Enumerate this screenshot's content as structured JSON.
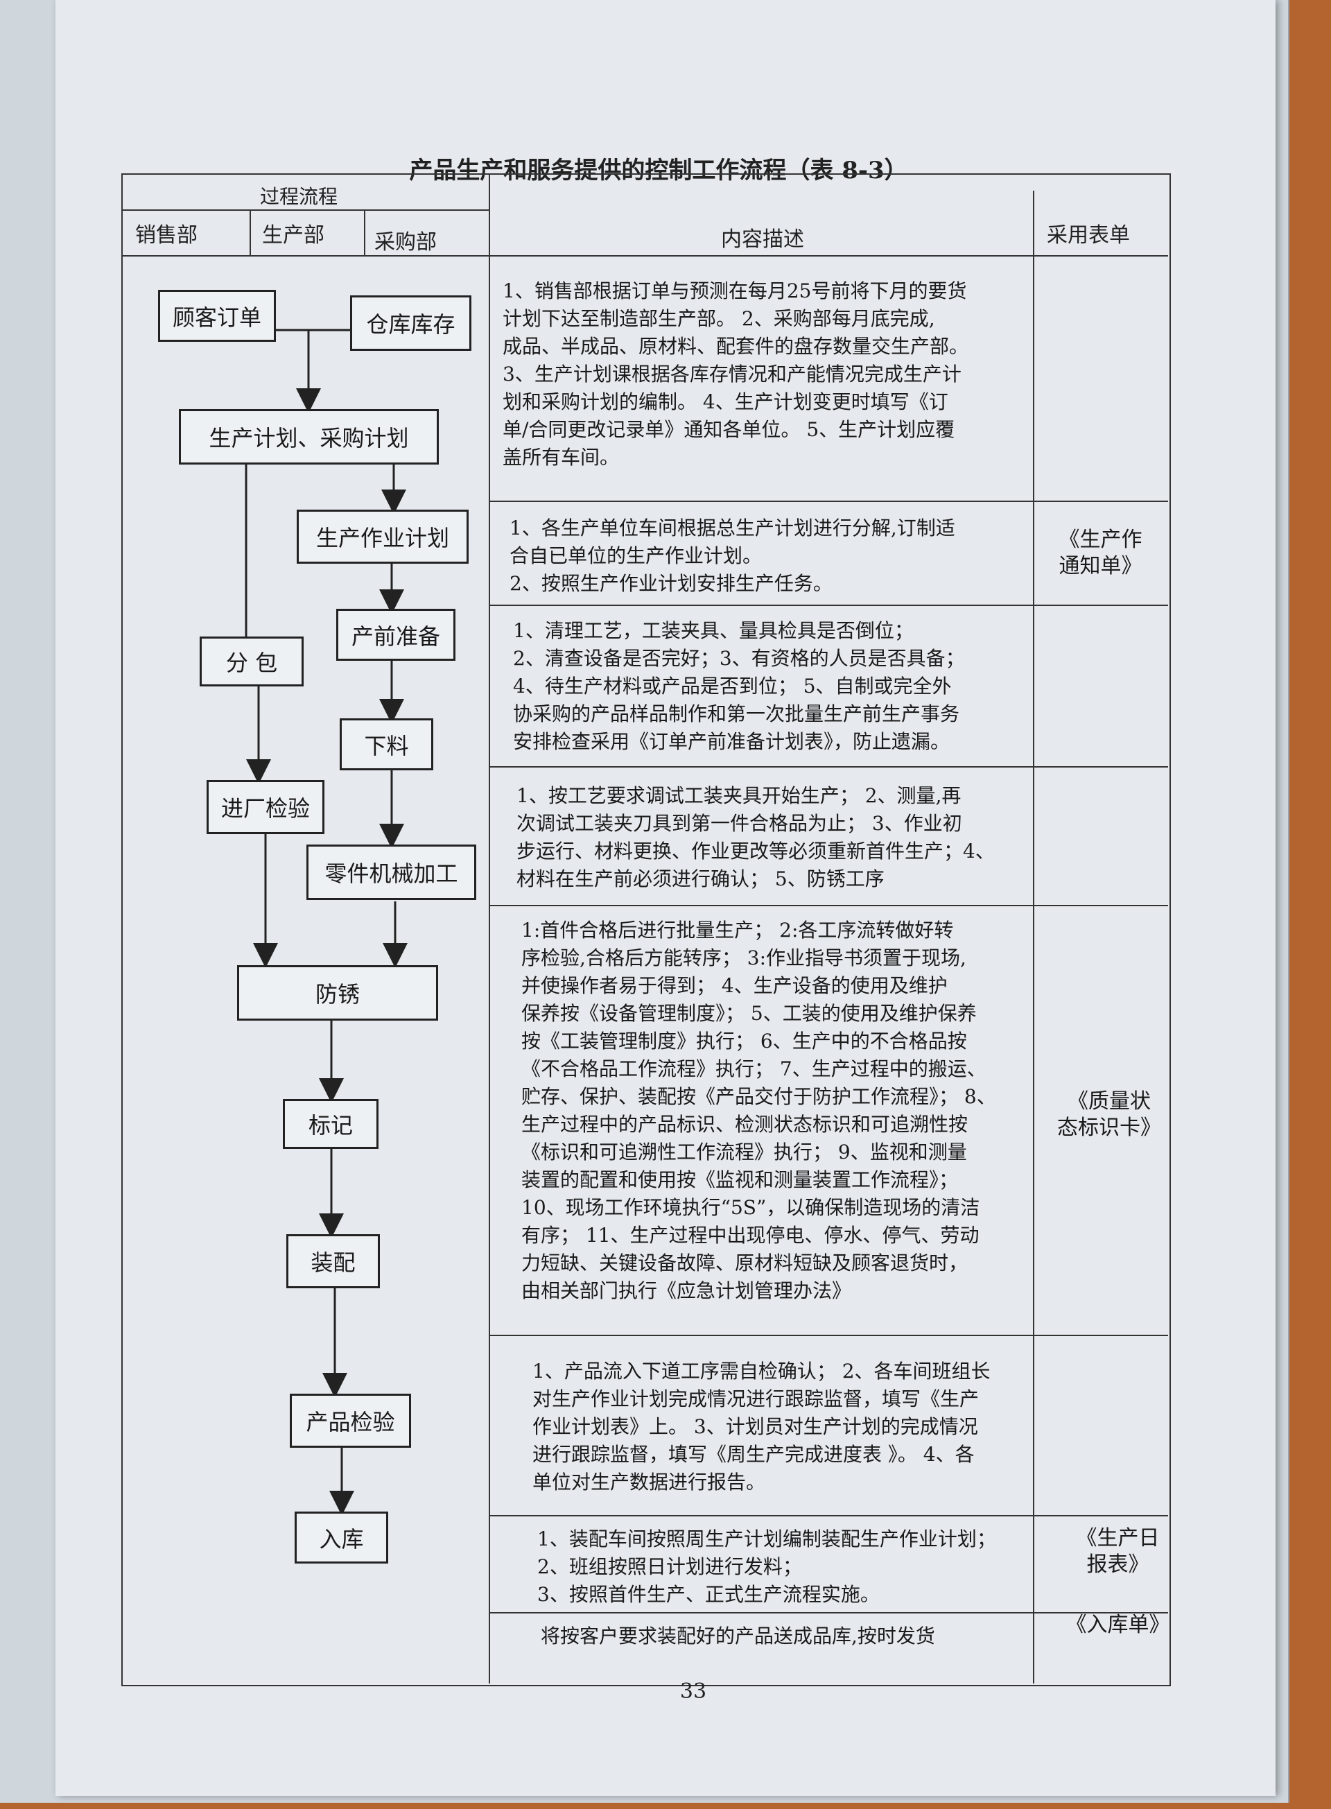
{
  "title": "产品生产和服务提供的控制工作流程（表 8-3）",
  "header": {
    "process_flow": "过程流程",
    "departments": [
      "销售部",
      "生产部",
      "采购部"
    ],
    "content_desc": "内容描述",
    "forms_used": "采用表单"
  },
  "flow": {
    "customer_order": "顾客订单",
    "warehouse_stock": "仓库库存",
    "plan": "生产计划、采购计划",
    "work_plan": "生产作业计划",
    "prep": "产前准备",
    "subcontract": "分 包",
    "cutting": "下料",
    "incoming_inspection": "进厂检验",
    "machining": "零件机械加工",
    "rustproof": "防锈",
    "marking": "标记",
    "assembly": "装配",
    "product_inspection": "产品检验",
    "storage": "入库"
  },
  "rows": [
    {
      "desc": "1、销售部根据订单与预测在每月25号前将下月的要货\n计划下达至制造部生产部。    2、采购部每月底完成,\n成品、半成品、原材料、配套件的盘存数量交生产部。\n3、生产计划课根据各库存情况和产能情况完成生产计\n划和采购计划的编制。  4、生产计划变更时填写《订\n单/合同更改记录单》通知各单位。  5、生产计划应覆\n盖所有车间。",
      "form": ""
    },
    {
      "desc": "1、各生产单位车间根据总生产计划进行分解,订制适\n合自已单位的生产作业计划。\n2、按照生产作业计划安排生产任务。",
      "form": "《生产作\n通知单》"
    },
    {
      "desc": "1、清理工艺，工装夹具、量具检具是否倒位；\n2、清查设备是否完好；3、有资格的人员是否具备；\n4、待生产材料或产品是否到位；    5、自制或完全外\n协采购的产品样品制作和第一次批量生产前生产事务\n安排检查采用《订单产前准备计划表》，防止遗漏。",
      "form": ""
    },
    {
      "desc": "1、按工艺要求调试工装夹具开始生产；    2、测量,再\n次调试工装夹刀具到第一件合格品为止；  3、作业初\n步运行、材料更换、作业更改等必须重新首件生产；4、\n材料在生产前必须进行确认；    5、防锈工序",
      "form": ""
    },
    {
      "desc": "1:首件合格后进行批量生产；      2:各工序流转做好转\n序检验,合格后方能转序；  3:作业指导书须置于现场,\n并使操作者易于得到；      4、生产设备的使用及维护\n保养按《设备管理制度》； 5、工装的使用及维护保养\n按《工装管理制度》执行；  6、生产中的不合格品按\n《不合格品工作流程》执行；   7、生产过程中的搬运、\n贮存、保护、装配按《产品交付于防护工作流程》；    8、\n生产过程中的产品标识、检测状态标识和可追溯性按\n《标识和可追溯性工作流程》执行；   9、监视和测量\n装置的配置和使用按《监视和测量装置工作流程》；\n10、现场工作环境执行“5S”，以确保制造现场的清洁\n有序；    11、生产过程中出现停电、停水、停气、劳动\n力短缺、关键设备故障、原材料短缺及顾客退货时，\n由相关部门执行《应急计划管理办法》",
      "form": "《质量状\n态标识卡》"
    },
    {
      "desc": "1、产品流入下道工序需自检确认；  2、各车间班组长\n对生产作业计划完成情况进行跟踪监督，填写《生产\n作业计划表》上。    3、计划员对生产计划的完成情况\n进行跟踪监督，填写《周生产完成进度表  》。   4、各\n单位对生产数据进行报告。",
      "form": ""
    },
    {
      "desc": "1、装配车间按照周生产计划编制装配生产作业计划；\n2、班组按照日计划进行发料；\n3、按照首件生产、正式生产流程实施。",
      "form": "《生产日\n报表》"
    },
    {
      "desc": "将按客户要求装配好的产品送成品库,按时发货",
      "form": "《入库单》"
    }
  ],
  "page_number": "33"
}
